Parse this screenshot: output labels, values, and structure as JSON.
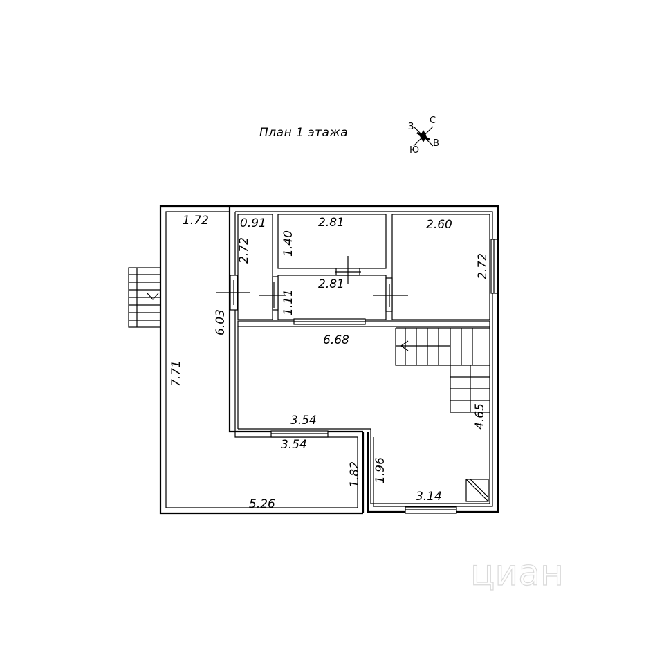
{
  "title": "План 1 этажа",
  "compass": {
    "north": "С",
    "south": "Ю",
    "west": "З",
    "east": "В"
  },
  "dimensions": {
    "terrace_top": "1.72",
    "terrace_left": "7.71",
    "terrace_bottom": "5.26",
    "terrace_inner_right": "1.82",
    "inner_left_wall": "6.03",
    "closet_width": "0.91",
    "closet_height": "2.72",
    "room_top_width": "2.81",
    "room_top_height": "1.40",
    "corridor_width": "2.81",
    "corridor_height": "1.11",
    "room_right_width": "2.60",
    "room_right_height": "2.72",
    "hall_width": "6.68",
    "hall_right_height": "4.65",
    "hall_lower_width_top": "3.54",
    "hall_lower_width_bottom": "3.54",
    "hall_lower_height": "1.96",
    "hall_bottom_width": "3.14"
  },
  "watermark": "циан"
}
